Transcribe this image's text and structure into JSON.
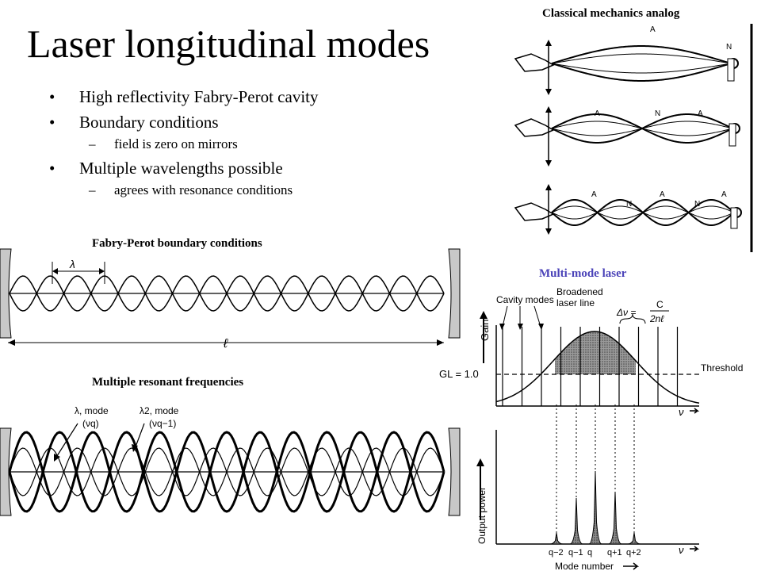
{
  "slide": {
    "title": "Laser longitudinal modes",
    "bullets": [
      {
        "text": "High reflectivity Fabry-Perot cavity"
      },
      {
        "text": "Boundary conditions",
        "sub": [
          "field is zero on mirrors"
        ]
      },
      {
        "text": "Multiple wavelengths possible",
        "sub": [
          "agrees with resonance conditions"
        ]
      }
    ]
  },
  "captions": {
    "classical": "Classical mechanics analog",
    "fabry_perot": "Fabry-Perot boundary conditions",
    "resonant": "Multiple resonant frequencies",
    "multimode": "Multi-mode laser"
  },
  "string_diagram": {
    "antinode": "A",
    "node": "N",
    "panels": [
      {
        "labels": [
          "A",
          "N"
        ]
      },
      {
        "labels": [
          "A",
          "N",
          "A"
        ]
      },
      {
        "labels": [
          "A",
          "N",
          "A",
          "N",
          "A"
        ]
      }
    ]
  },
  "fp_diagram": {
    "wavelength_label": "λ",
    "length_label": "ℓ"
  },
  "resonant_diagram": {
    "mode1_label": "λ, mode",
    "mode1_freq": "(νq)",
    "mode2_label": "λ2, mode",
    "mode2_freq": "(νq−1)"
  },
  "gain_chart": {
    "ylabel": "Gain",
    "xlabel": "ν",
    "cavity_modes_label": "Cavity modes",
    "broadened_label_1": "Broadened",
    "broadened_label_2": "laser line",
    "delta_nu_label": "Δν =",
    "delta_nu_num": "C",
    "delta_nu_den": "2nℓ",
    "gl_label": "GL = 1.0",
    "threshold_label": "Threshold"
  },
  "output_chart": {
    "ylabel": "Output power",
    "xlabel": "ν",
    "mode_axis_label": "Mode number",
    "mode_labels": [
      "q−2",
      "q−1",
      "q",
      "q+1",
      "q+2"
    ]
  },
  "colors": {
    "caption_blue": "#4a42b8",
    "mirror_gray": "#c8c8c8",
    "stipple": "#555555"
  }
}
